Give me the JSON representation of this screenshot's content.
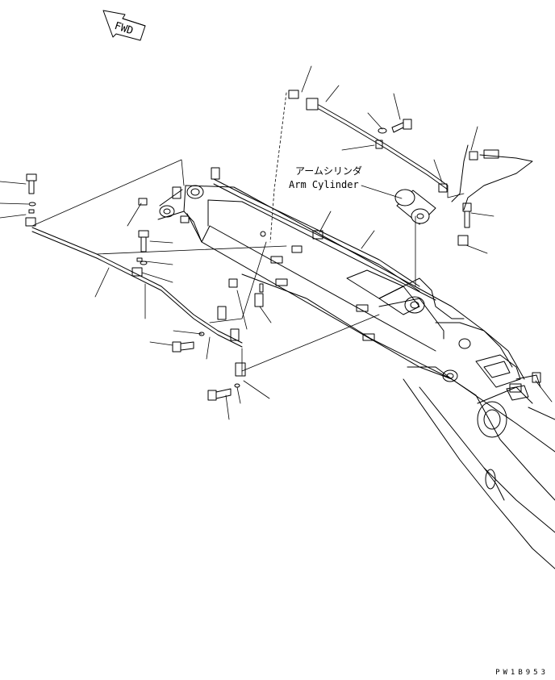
{
  "direction_marker": {
    "label": "FWD"
  },
  "callout": {
    "japanese": "アームシリンダ",
    "english": "Arm Cylinder"
  },
  "drawing_code": "PW1B953"
}
